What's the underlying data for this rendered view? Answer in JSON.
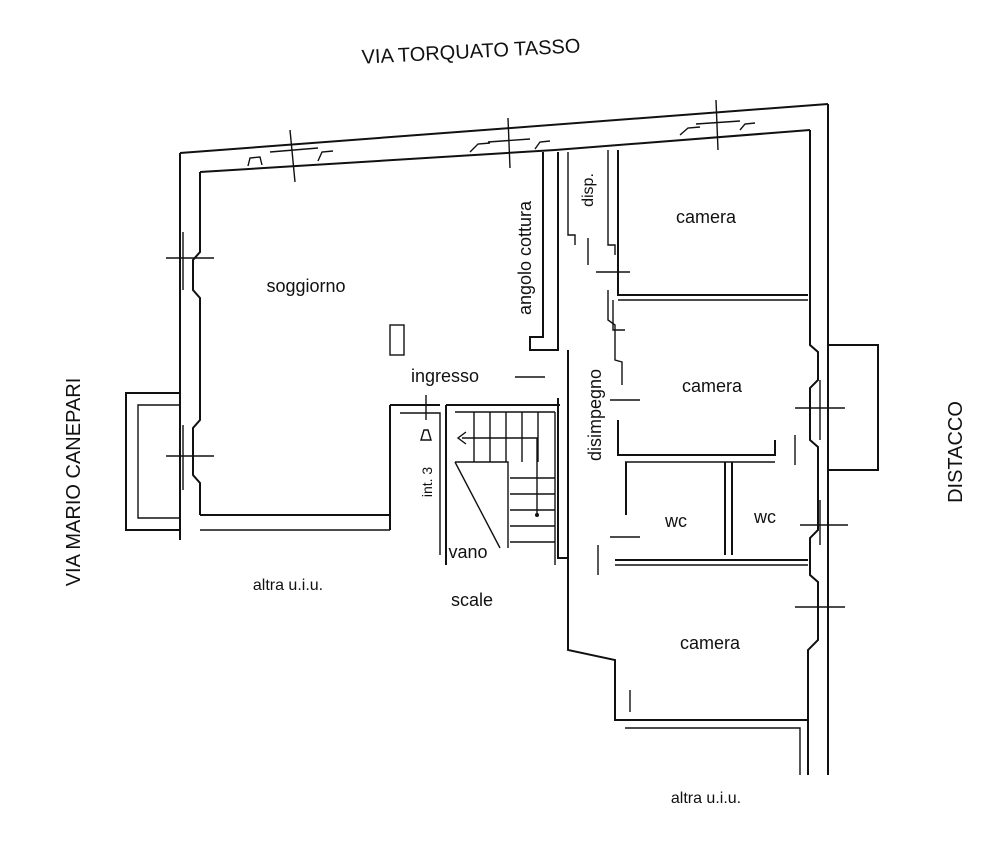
{
  "streets": {
    "top": "VIA TORQUATO TASSO",
    "left": "VIA MARIO CANEPARI",
    "right": "DISTACCO"
  },
  "rooms": {
    "soggiorno": "soggiorno",
    "angolo_cottura": "angolo cottura",
    "disp": "disp.",
    "camera_top": "camera",
    "camera_mid": "camera",
    "camera_bottom": "camera",
    "disimpegno": "disimpegno",
    "ingresso": "ingresso",
    "int3": "int. 3",
    "wc_left": "wc",
    "wc_right": "wc",
    "vano": "vano",
    "scale": "scale",
    "altra_left": "altra u.i.u.",
    "altra_bottom": "altra u.i.u."
  },
  "colors": {
    "ink": "#111111",
    "background": "#ffffff"
  }
}
